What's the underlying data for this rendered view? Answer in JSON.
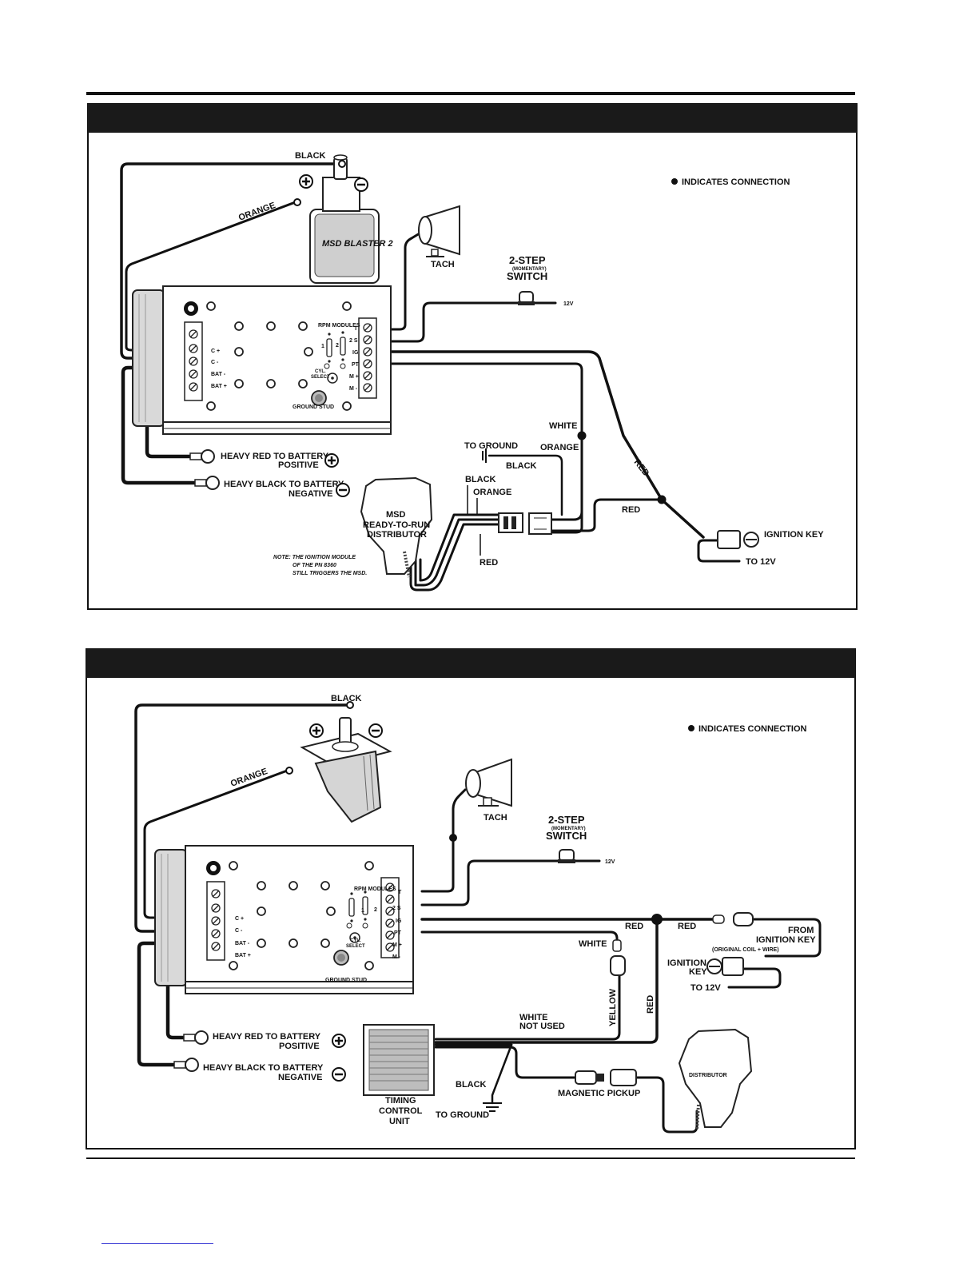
{
  "legend_text": "INDICATES CONNECTION",
  "diagram1": {
    "coil_brand": "MSD BLASTER 2",
    "labels": {
      "black": "BLACK",
      "orange": "ORANGE",
      "tach": "TACH",
      "switch_title": "2-STEP",
      "switch_sub": "(MOMENTARY)",
      "switch_word": "SWITCH",
      "v12": "12V",
      "white": "WHITE",
      "orange2": "ORANGE",
      "red_diag": "RED",
      "red": "RED",
      "to_ground": "TO GROUND",
      "black2": "BLACK",
      "black3": "BLACK",
      "orange3": "ORANGE",
      "red3": "RED",
      "ignition_key": "IGNITION KEY",
      "to_12v": "TO 12V",
      "heavy_red": "HEAVY RED  TO BATTERY",
      "positive": "POSITIVE",
      "heavy_black": "HEAVY BLACK TO BATTERY",
      "negative": "NEGATIVE",
      "dist_l1": "MSD",
      "dist_l2": "READY-TO-RUN",
      "dist_l3": "DISTRIBUTOR",
      "note1": "NOTE: THE IGNITION MODULE",
      "note2": "OF THE PN 8360",
      "note3": "STILL TRIGGERS THE MSD."
    }
  },
  "diagram2": {
    "labels": {
      "black": "BLACK",
      "orange": "ORANGE",
      "tach": "TACH",
      "switch_title": "2-STEP",
      "switch_sub": "(MOMENTARY)",
      "switch_word": "SWITCH",
      "v12": "12V",
      "red_a": "RED",
      "red_b": "RED",
      "from1": "FROM",
      "from2": "IGNITION KEY",
      "from3": "(ORIGINAL COIL + WIRE)",
      "ign1": "IGNITION",
      "ign2": "KEY",
      "to_12v": "TO 12V",
      "white": "WHITE",
      "yellow": "YELLOW",
      "red_v": "RED",
      "white_nu1": "WHITE",
      "white_nu2": "NOT USED",
      "black2": "BLACK",
      "to_ground": "TO GROUND",
      "tcu1": "TIMING",
      "tcu2": "CONTROL",
      "tcu3": "UNIT",
      "mag": "MAGNETIC PICKUP",
      "dist": "DISTRIBUTOR",
      "heavy_red": "HEAVY RED  TO BATTERY",
      "positive": "POSITIVE",
      "heavy_black": "HEAVY BLACK TO BATTERY",
      "negative": "NEGATIVE"
    }
  },
  "box": {
    "rpm_modules": "RPM MODULES",
    "cyl1": "CYL.",
    "cyl2": "SELECT",
    "ground_stud": "GROUND STUD",
    "mod1": "1",
    "mod2": "2",
    "left_terms": [
      "C +",
      "C -",
      "BAT -",
      "BAT +"
    ],
    "right_terms": [
      "T",
      "2 S",
      "IG",
      "PT",
      "M +",
      "M -"
    ]
  }
}
